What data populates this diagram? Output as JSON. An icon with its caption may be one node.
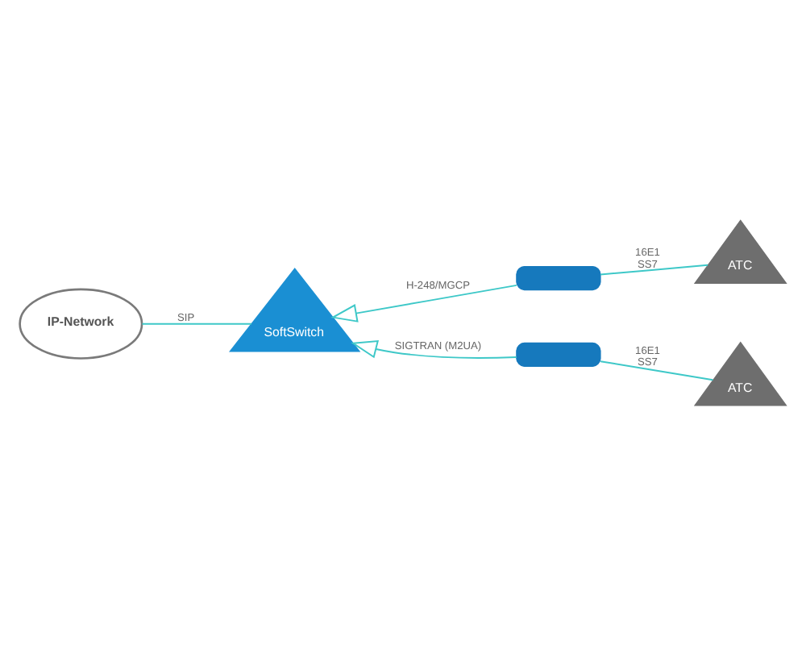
{
  "diagram": {
    "nodes": [
      {
        "text": [
          "IP-Network"
        ]
      },
      {
        "text": [
          "SoftSwitch"
        ]
      },
      {
        "text": [],
        "shape": "box"
      },
      {
        "text": [],
        "shape": "box"
      },
      {
        "text": [
          "ATC"
        ]
      },
      {
        "text": [
          "ATC"
        ]
      }
    ],
    "edges": [
      {
        "from": 1,
        "to": 0,
        "label": "SIP",
        "arrow": "none"
      },
      {
        "from": 2,
        "to": 1,
        "label": "H-248/MGCP",
        "arrow": "to"
      },
      {
        "from": 3,
        "to": 1,
        "label": "SIGTRAN (M2UA)",
        "arrow": "to"
      },
      {
        "from": 4,
        "to": 2,
        "label": "16E1 SS7",
        "arrow": "none"
      },
      {
        "from": 5,
        "to": 3,
        "label": "16E1 SS7",
        "arrow": "none"
      }
    ]
  }
}
